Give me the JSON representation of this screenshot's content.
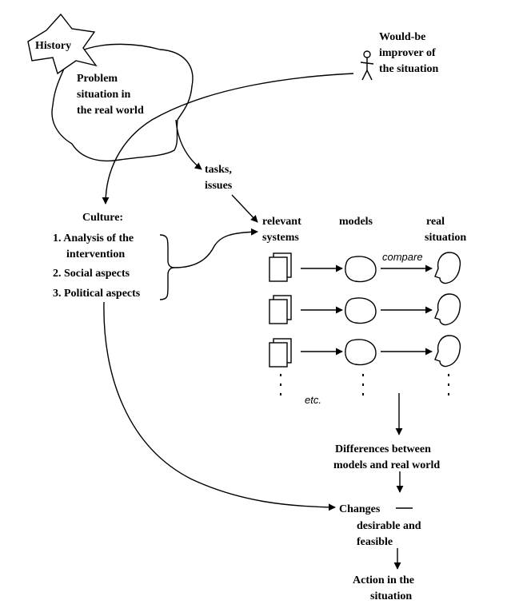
{
  "history_label": "History",
  "problem_situation": [
    "Problem",
    "situation in",
    "the real world"
  ],
  "improver": [
    "Would-be",
    "improver of",
    "the situation"
  ],
  "tasks_issues": [
    "tasks,",
    "issues"
  ],
  "culture": {
    "heading": "Culture:",
    "items": [
      [
        "1. Analysis of the",
        "intervention"
      ],
      [
        "2. Social aspects"
      ],
      [
        "3. Political aspects"
      ]
    ]
  },
  "columns": {
    "relevant_systems": [
      "relevant",
      "systems"
    ],
    "models": "models",
    "real_situation": [
      "real",
      "situation"
    ]
  },
  "compare_label": "compare",
  "etc_label": "etc.",
  "differences": [
    "Differences between",
    "models and real world"
  ],
  "changes": [
    "Changes",
    "desirable and",
    "feasible"
  ],
  "action": [
    "Action in the",
    "situation"
  ]
}
